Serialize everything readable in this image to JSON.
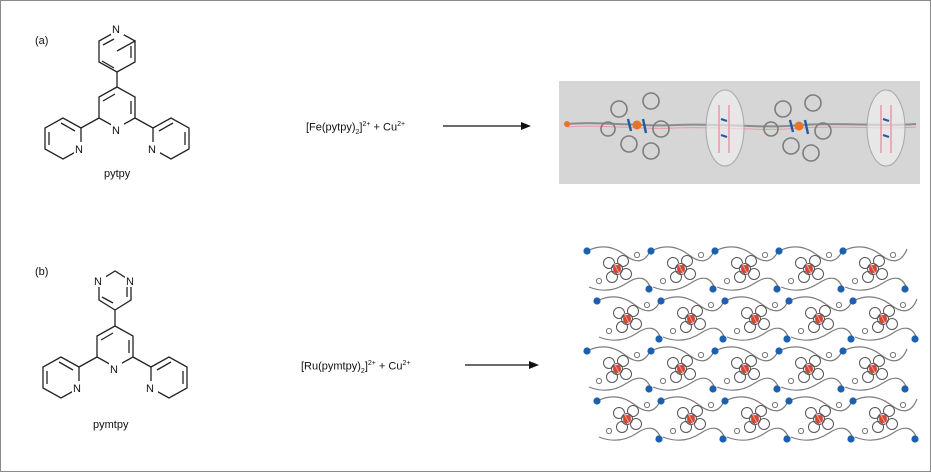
{
  "panels": [
    {
      "label": "(a)",
      "molecule_name": "pytpy",
      "reaction": {
        "complex_prefix": "[Fe(pytpy)",
        "sub": "2",
        "sup": "2+",
        "plus_cu": " + Cu",
        "cu_sup": "2+"
      },
      "result_image": "1D coordination chain crystal structure"
    },
    {
      "label": "(b)",
      "molecule_name": "pymtpy",
      "reaction": {
        "complex_prefix": "[Ru(pymtpy)",
        "sub": "2",
        "sup": "2+",
        "plus_cu": " + Cu",
        "cu_sup": "2+"
      },
      "result_image": "2D coordination network crystal structure"
    }
  ],
  "atoms": {
    "nitrogen": "N"
  },
  "colors": {
    "structure_bg": "#d6d6d6",
    "frame_gray": "#8c8c8c",
    "metal_orange": "#e8742a",
    "nitrogen_blue": "#1f5aa8",
    "carbon_gray": "#9a9a9a",
    "pink": "#e89aa8",
    "network_blue": "#1e5fb0",
    "network_red": "#d9452f"
  }
}
